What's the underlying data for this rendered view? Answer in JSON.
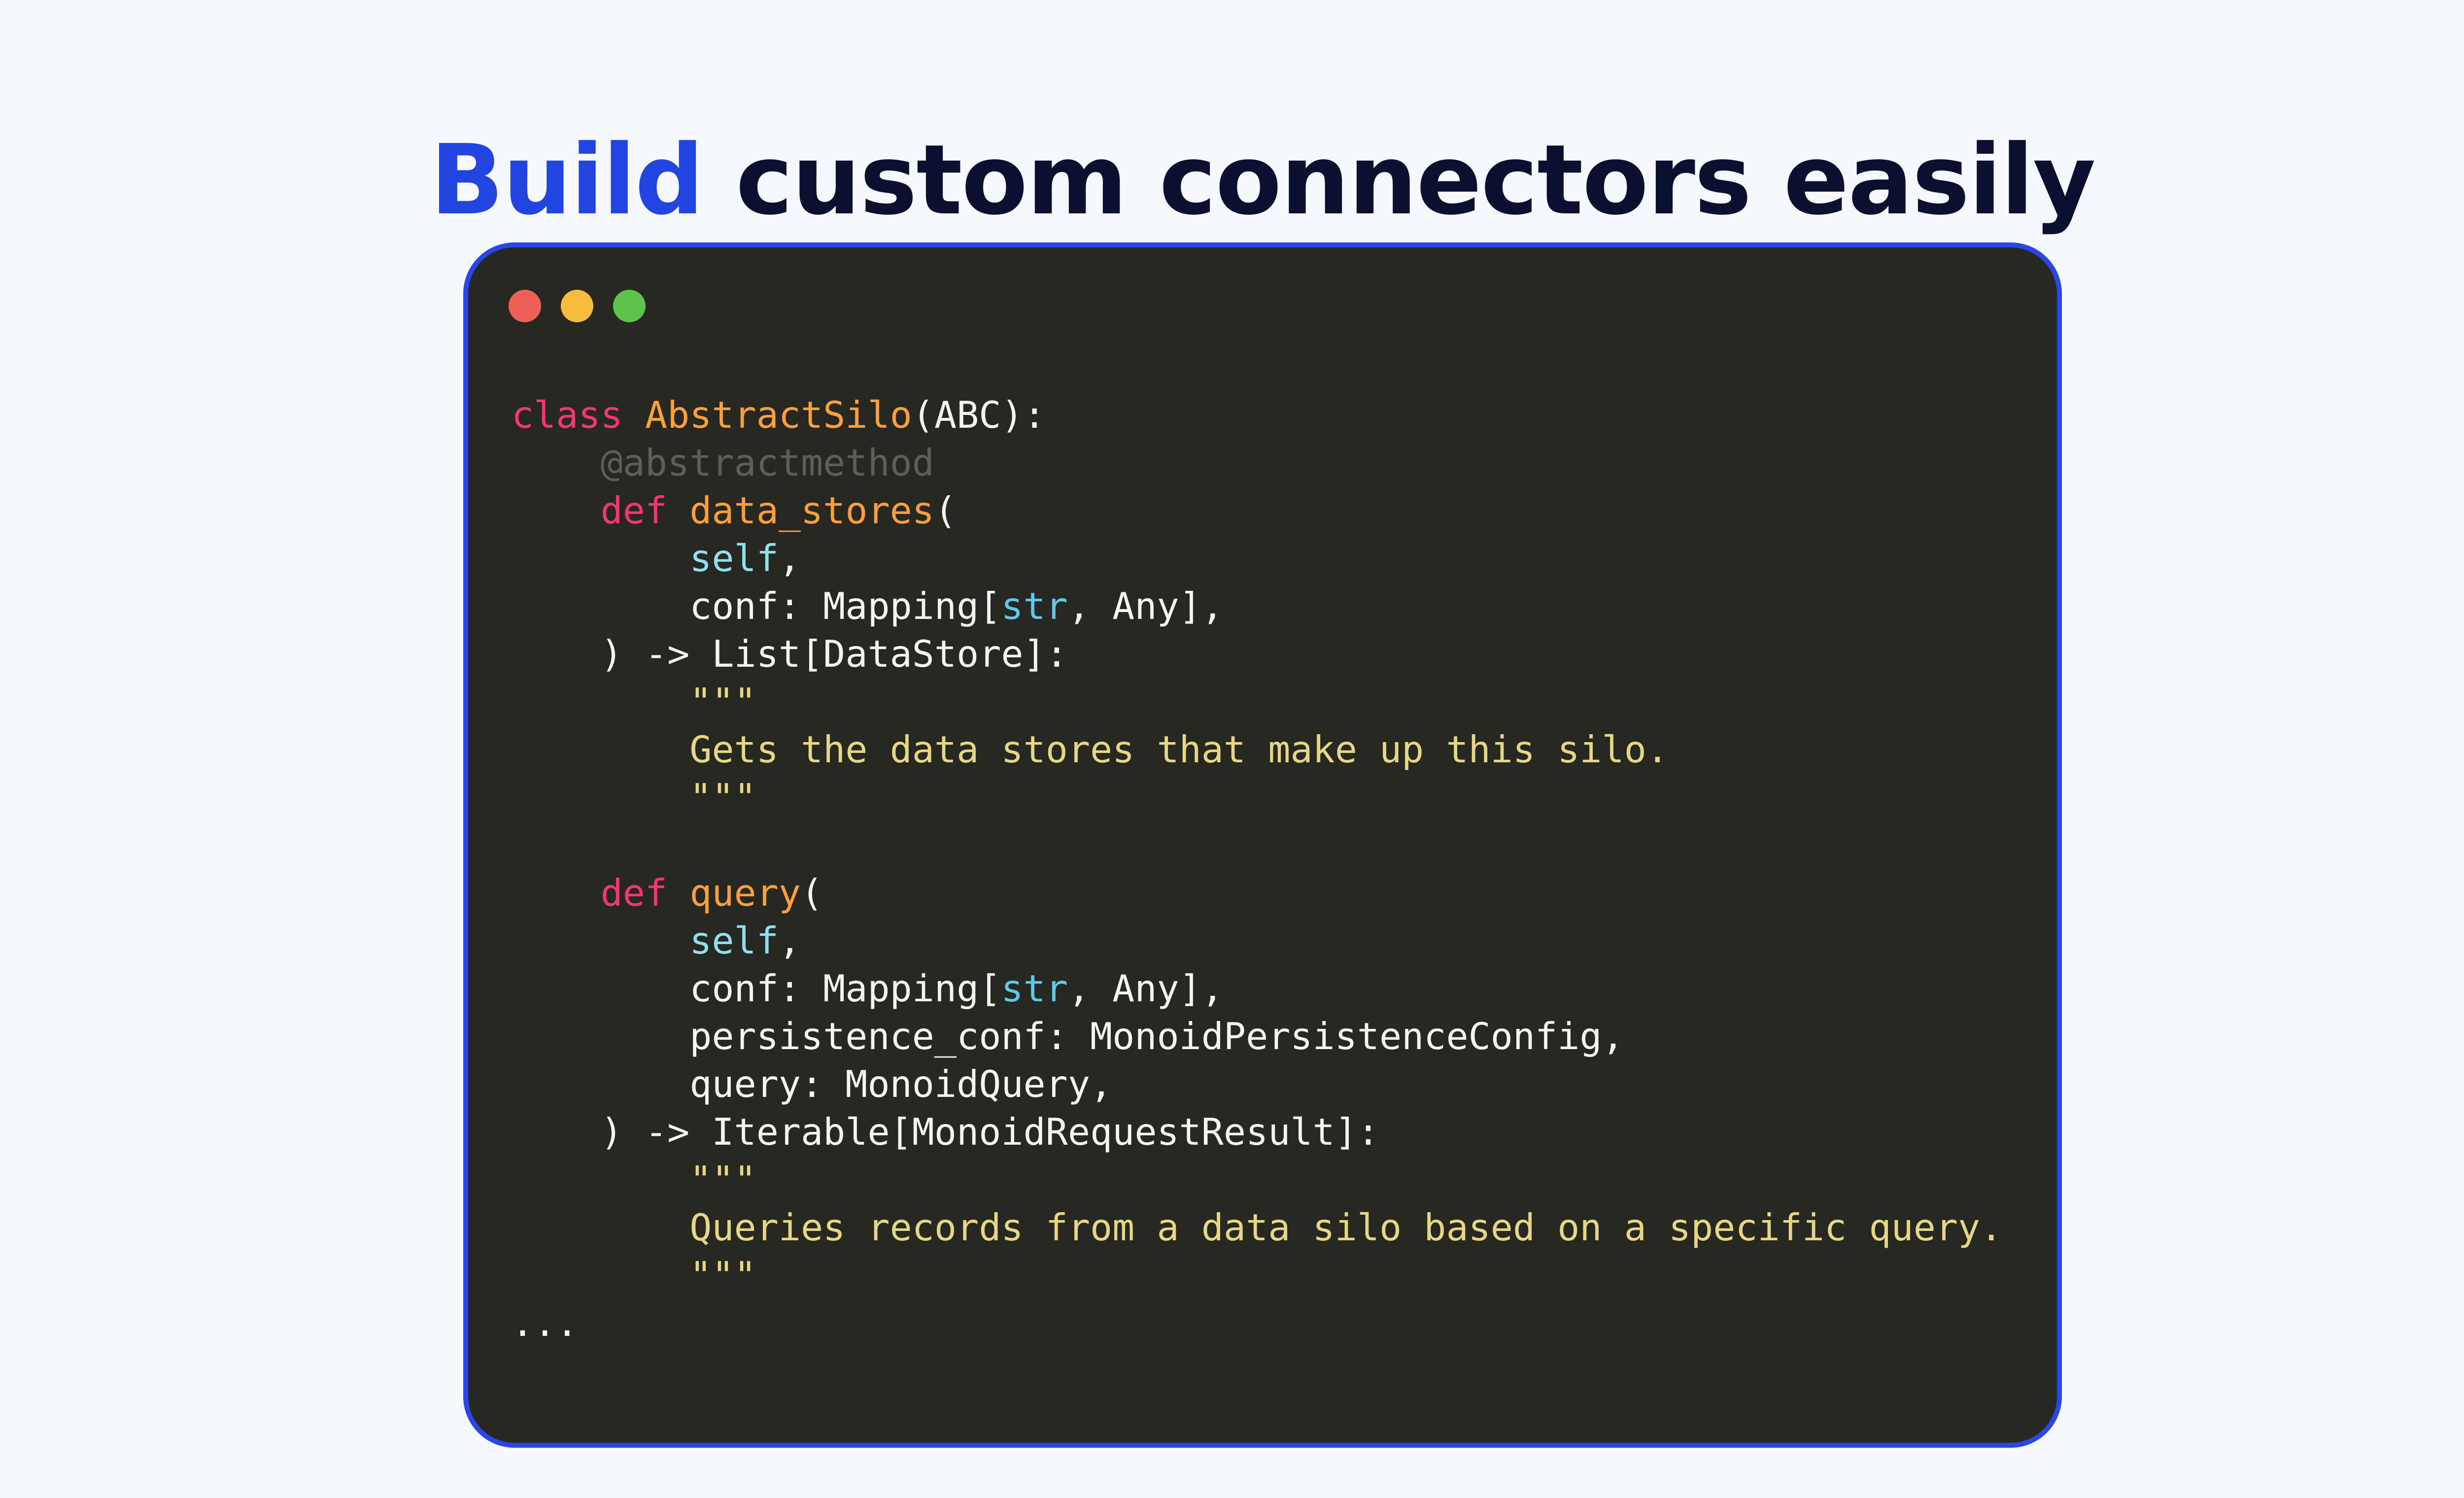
{
  "headline": {
    "accent": "Build",
    "rest": " custom connectors easily"
  },
  "colors": {
    "background": "#f5f8fc",
    "headline_accent": "#2244e0",
    "headline_text": "#0b1030",
    "window_border": "#2a46e6",
    "editor_background": "#272822",
    "traffic_red": "#ee5f57",
    "traffic_yellow": "#f6bd3d",
    "traffic_green": "#5ec34a"
  },
  "window": {
    "buttons": [
      "close-dot",
      "minimize-dot",
      "maximize-dot"
    ]
  },
  "code": {
    "l1": {
      "kw": "class",
      "sp": " ",
      "cls": "AbstractSilo",
      "rest": "(ABC):"
    },
    "l2": {
      "indent": "    ",
      "deco": "@abstractmethod"
    },
    "l3": {
      "indent": "    ",
      "kw": "def",
      "sp": " ",
      "fn": "data_stores",
      "rest": "("
    },
    "l4": {
      "indent": "        ",
      "self": "self",
      "rest": ","
    },
    "l5": {
      "indent": "        ",
      "pre": "conf: Mapping[",
      "bi": "str",
      "post": ", Any],"
    },
    "l6": {
      "indent": "    ",
      "text": ") -> List[DataStore]:"
    },
    "l7": {
      "indent": "        ",
      "str": "\"\"\""
    },
    "l8": {
      "indent": "        ",
      "str": "Gets the data stores that make up this silo."
    },
    "l9": {
      "indent": "        ",
      "str": "\"\"\""
    },
    "l11": {
      "indent": "    ",
      "kw": "def",
      "sp": " ",
      "fn": "query",
      "rest": "("
    },
    "l12": {
      "indent": "        ",
      "self": "self",
      "rest": ","
    },
    "l13": {
      "indent": "        ",
      "pre": "conf: Mapping[",
      "bi": "str",
      "post": ", Any],"
    },
    "l14": {
      "indent": "        ",
      "text": "persistence_conf: MonoidPersistenceConfig,"
    },
    "l15": {
      "indent": "        ",
      "text": "query: MonoidQuery,"
    },
    "l16": {
      "indent": "    ",
      "text": ") -> Iterable[MonoidRequestResult]:"
    },
    "l17": {
      "indent": "        ",
      "str": "\"\"\""
    },
    "l18": {
      "indent": "        ",
      "str": "Queries records from a data silo based on a specific query."
    },
    "l19": {
      "indent": "        ",
      "str": "\"\"\""
    },
    "l20": {
      "text": "..."
    }
  }
}
